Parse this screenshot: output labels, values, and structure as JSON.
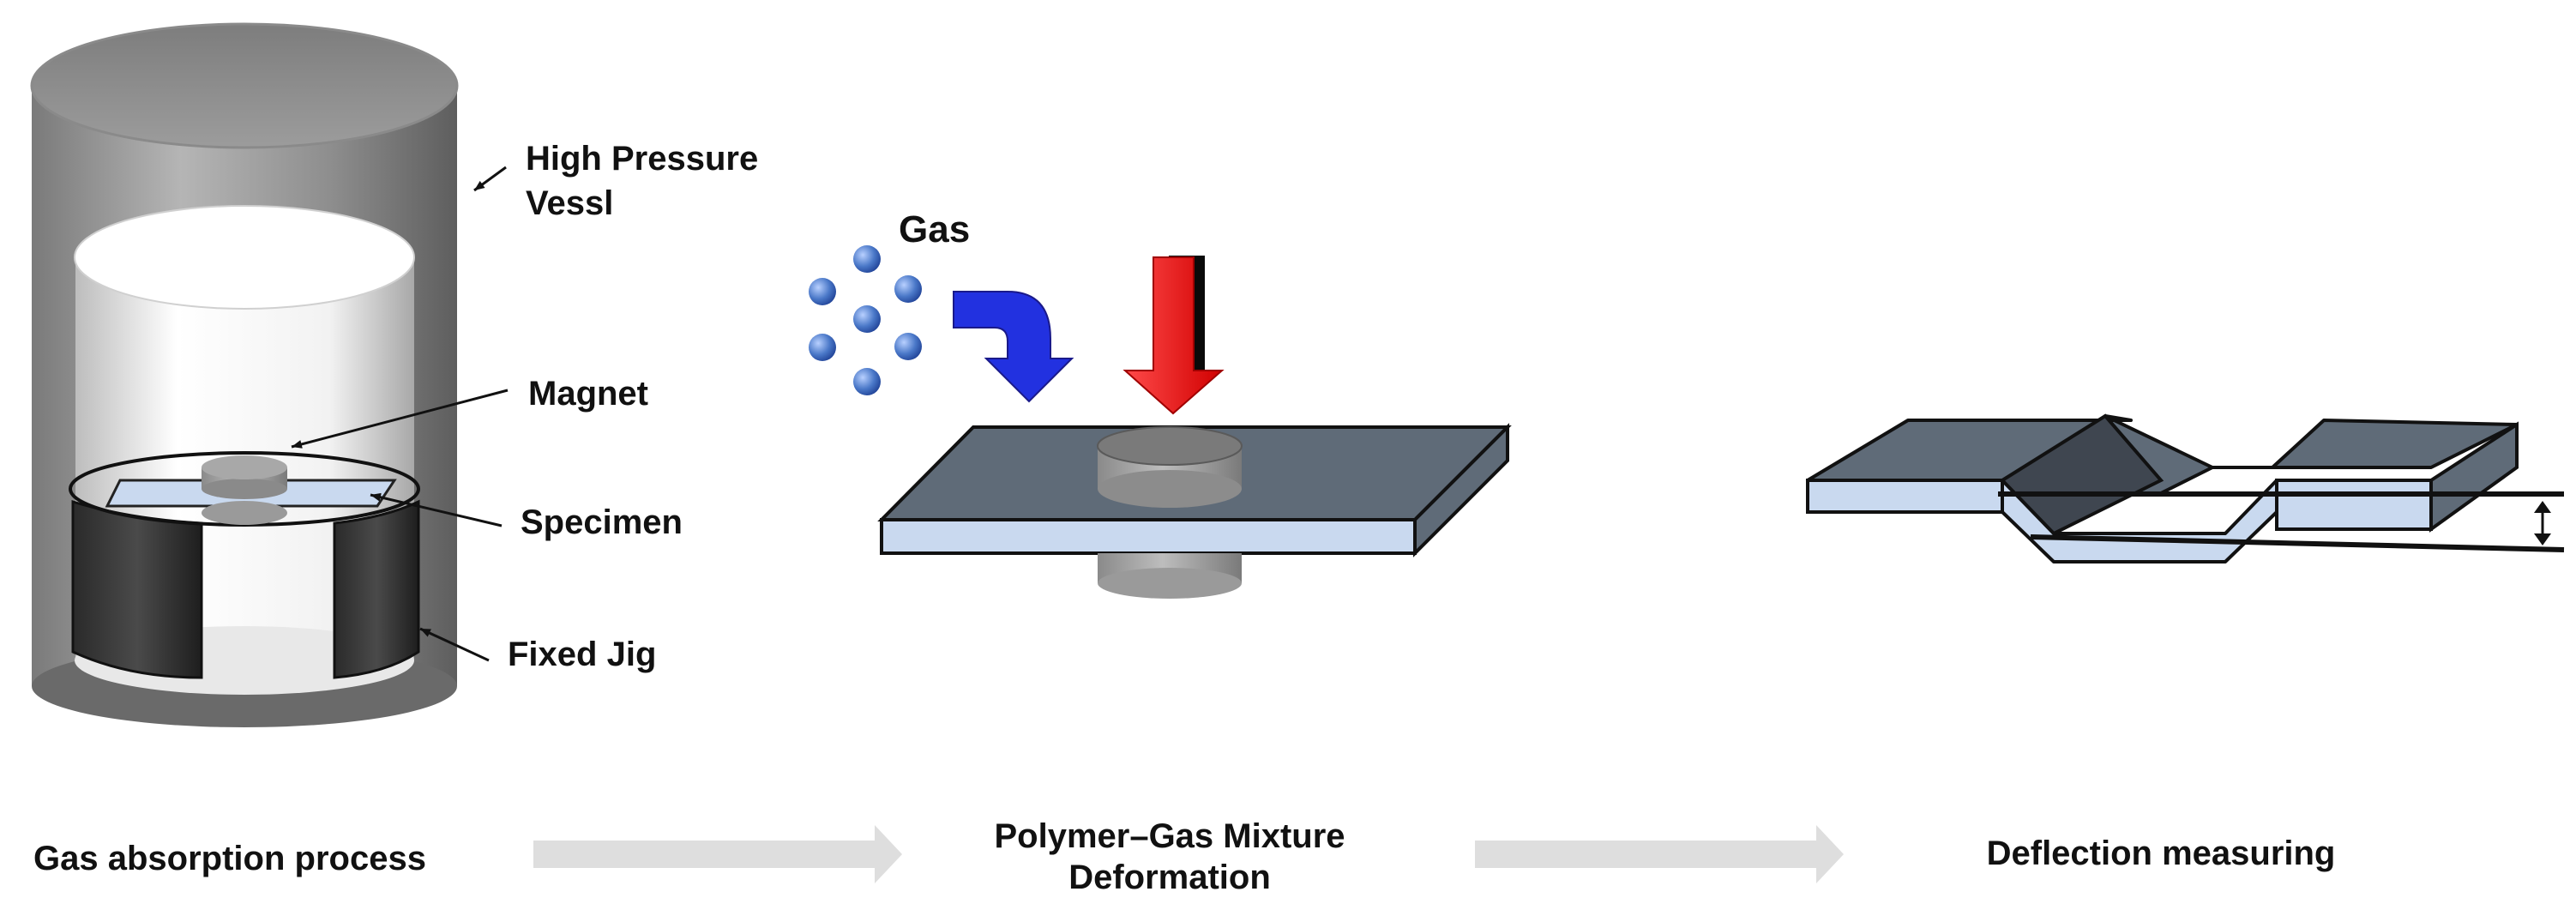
{
  "labels": {
    "vessel_line1": "High Pressure",
    "vessel_line2": "Vessl",
    "magnet": "Magnet",
    "specimen": "Specimen",
    "fixed_jig": "Fixed Jig",
    "gas": "Gas"
  },
  "steps": [
    {
      "line1": "Gas absorption process",
      "line2": ""
    },
    {
      "line1": "Polymer–Gas Mixture",
      "line2": "Deformation"
    },
    {
      "line1": "Deflection measuring",
      "line2": ""
    }
  ],
  "colors": {
    "vessel": "#8c8c8c",
    "plate_top": "#5f6b78",
    "plate_side": "#c9d9ef",
    "gas_bubble": "#4a78c8",
    "blue_arrow": "#2231e0",
    "red_arrow": "#e01010",
    "flow_arrow": "#dedede"
  }
}
